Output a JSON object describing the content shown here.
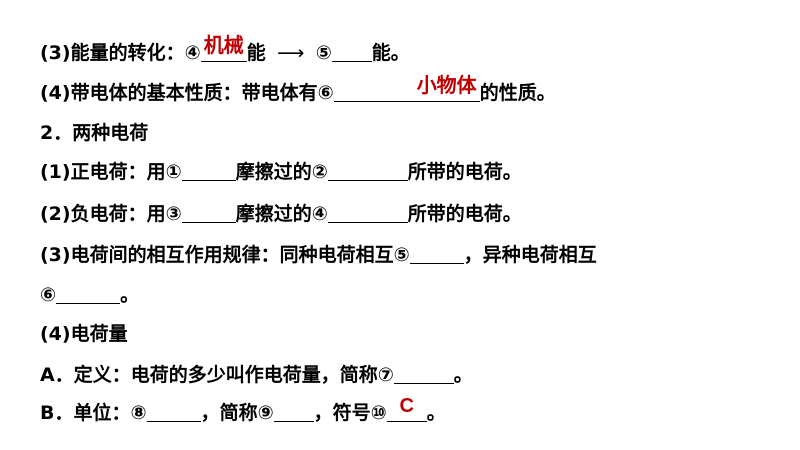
{
  "lines": {
    "l1": {
      "a": "(3)能量的转化：④",
      "answer": "机械",
      "b": "能",
      "arrow": "⟶",
      "c": "⑤",
      "d": "能。"
    },
    "l2": {
      "a": "(4)带电体的基本性质：带电体有⑥",
      "answer": "小物体",
      "b": "的性质。"
    },
    "l3": {
      "a": "2．两种电荷"
    },
    "l4": {
      "a": "(1)正电荷：用①",
      "b": "摩擦过的②",
      "c": "所带的电荷。"
    },
    "l5": {
      "a": "(2)负电荷：用③",
      "b": "摩擦过的④",
      "c": "所带的电荷。"
    },
    "l6": {
      "a": "(3)电荷间的相互作用规律：同种电荷相互⑤",
      "b": "，异种电荷相互"
    },
    "l7": {
      "a": "⑥",
      "b": "。"
    },
    "l8": {
      "a": "(4)电荷量"
    },
    "l9": {
      "a": "A．定义：电荷的多少叫作电荷量，简称⑦",
      "b": "。"
    },
    "l10": {
      "a": "B．单位：⑧",
      "b": "，简称⑨",
      "c": "，符号⑩",
      "answer": "C",
      "d": "。"
    }
  }
}
